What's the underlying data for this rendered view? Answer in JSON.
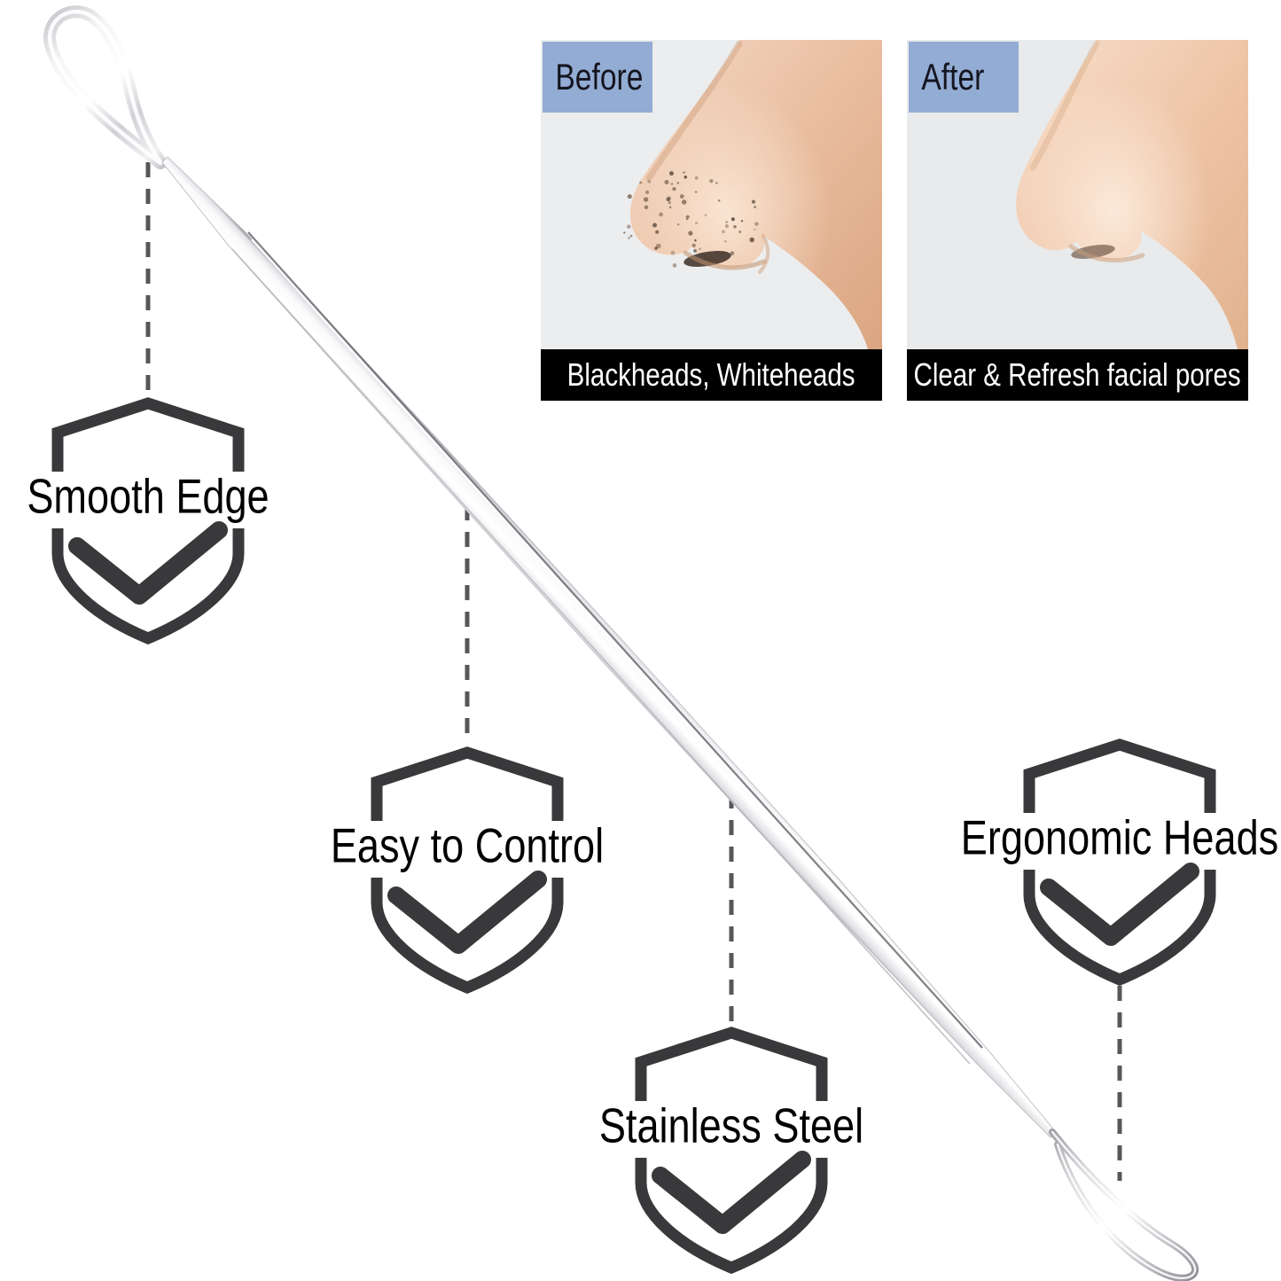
{
  "comparison": {
    "before": {
      "tag": "Before",
      "caption": "Blackheads, Whiteheads"
    },
    "after": {
      "tag": "After",
      "caption": "Clear & Refresh facial pores"
    }
  },
  "features": [
    {
      "id": "smooth-edge",
      "label": "Smooth Edge",
      "icon": "shield-check-icon"
    },
    {
      "id": "easy-to-control",
      "label": "Easy to Control",
      "icon": "shield-check-icon"
    },
    {
      "id": "stainless-steel",
      "label": "Stainless Steel",
      "icon": "shield-check-icon"
    },
    {
      "id": "ergonomic-heads",
      "label": "Ergonomic Heads",
      "icon": "shield-check-icon"
    }
  ],
  "illustration": {
    "subject": "stainless steel blackhead extractor tool",
    "ends": [
      "flat loop head",
      "wire loop head"
    ]
  },
  "colors": {
    "shield": "#39393b",
    "dash": "#57575a",
    "label_blue": "#92acd4",
    "label_text": "#15151f",
    "caption_bar": "#000000",
    "caption_text": "#ffffff",
    "feature_text": "#000000"
  }
}
